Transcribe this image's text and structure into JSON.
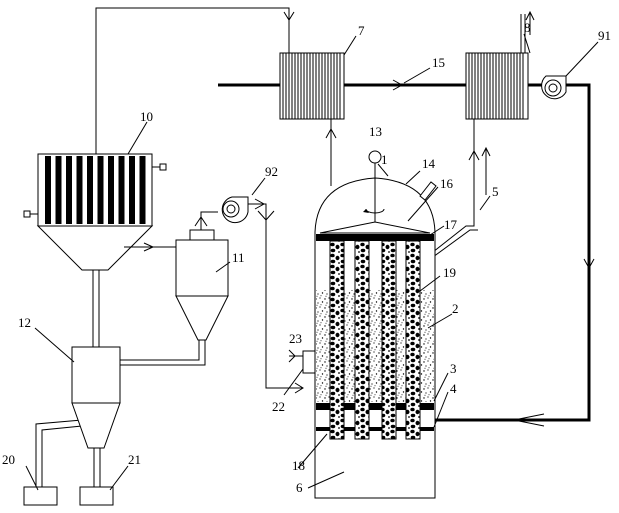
{
  "labels": {
    "l1": "1",
    "l2": "2",
    "l3": "3",
    "l4": "4",
    "l5": "5",
    "l6": "6",
    "l7": "7",
    "l8": "8",
    "l91": "91",
    "l92": "92",
    "l10": "10",
    "l11": "11",
    "l12": "12",
    "l13": "13",
    "l14": "14",
    "l15": "15",
    "l16": "16",
    "l17": "17",
    "l18": "18",
    "l19": "19",
    "l20": "20",
    "l21": "21",
    "l22": "22",
    "l23": "23"
  }
}
